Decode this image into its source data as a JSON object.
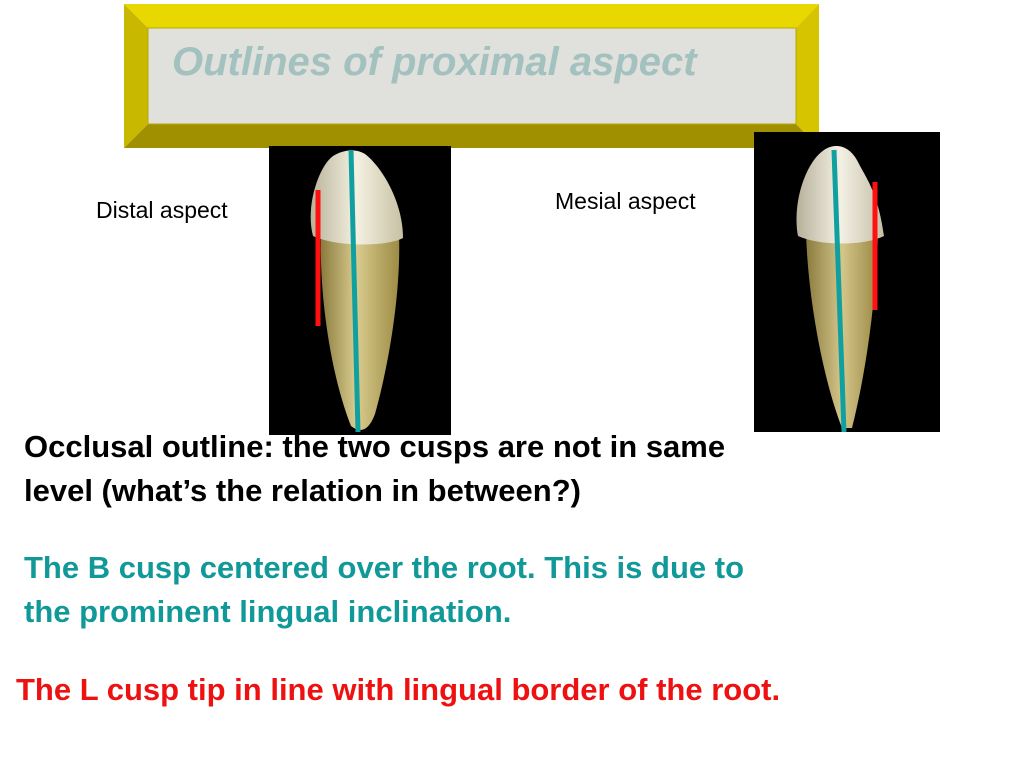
{
  "slide": {
    "title": "Outlines of proximal aspect",
    "captions": {
      "distal": "Distal aspect",
      "mesial": "Mesial aspect"
    },
    "paragraphs": {
      "occlusal_line1": "Occlusal outline: the two cusps are not in same",
      "occlusal_line2": "level (what’s the relation in between?)",
      "b_cusp_line1": "The B cusp centered over the root. This is due to",
      "b_cusp_line2": "the prominent lingual inclination.",
      "l_cusp": "The L cusp tip in line with lingual border of the root."
    }
  },
  "colors": {
    "frame_yellow": "#d6c400",
    "frame_dark": "#a09000",
    "frame_inner": "#e0e0dc",
    "title": "#a3c1bf",
    "teal_line": "#11a0a0",
    "red_line": "#ff1111",
    "teal_text": "#119999",
    "red_text": "#ee1111"
  }
}
